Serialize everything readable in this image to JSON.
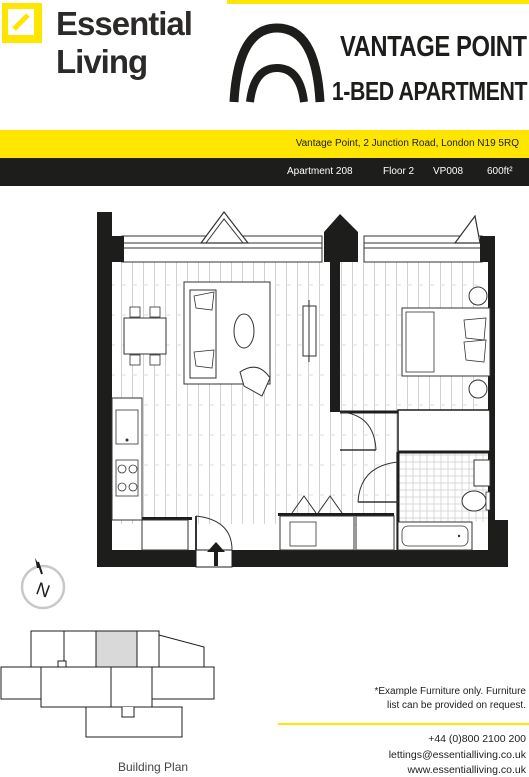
{
  "brand": {
    "name_line1": "Essential",
    "name_line2": "Living",
    "accent_color": "#ffe600",
    "dark_color": "#1d1d1b"
  },
  "title": {
    "development": "VANTAGE POINT",
    "unit_type": "1-BED APARTMENT"
  },
  "address": "Vantage Point, 2 Junction Road, London N19 5RQ",
  "details": {
    "apartment": "Apartment 208",
    "floor": "Floor 2",
    "reference": "VP008",
    "area": "600ft²"
  },
  "icons": {
    "logo": "essential-living-logo-mark",
    "arch": "vantage-point-arch-logo",
    "compass": "north-compass-icon",
    "entrance": "entrance-arrow-icon"
  },
  "compass_label": "N",
  "building_plan_label": "Building Plan",
  "disclaimer": {
    "line1": "*Example Furniture only. Furniture",
    "line2": "list can be provided on request."
  },
  "contact": {
    "phone": "+44 (0)800 2100 200",
    "email": "lettings@essentialliving.co.uk",
    "website": "www.essentialliving.co.uk"
  }
}
